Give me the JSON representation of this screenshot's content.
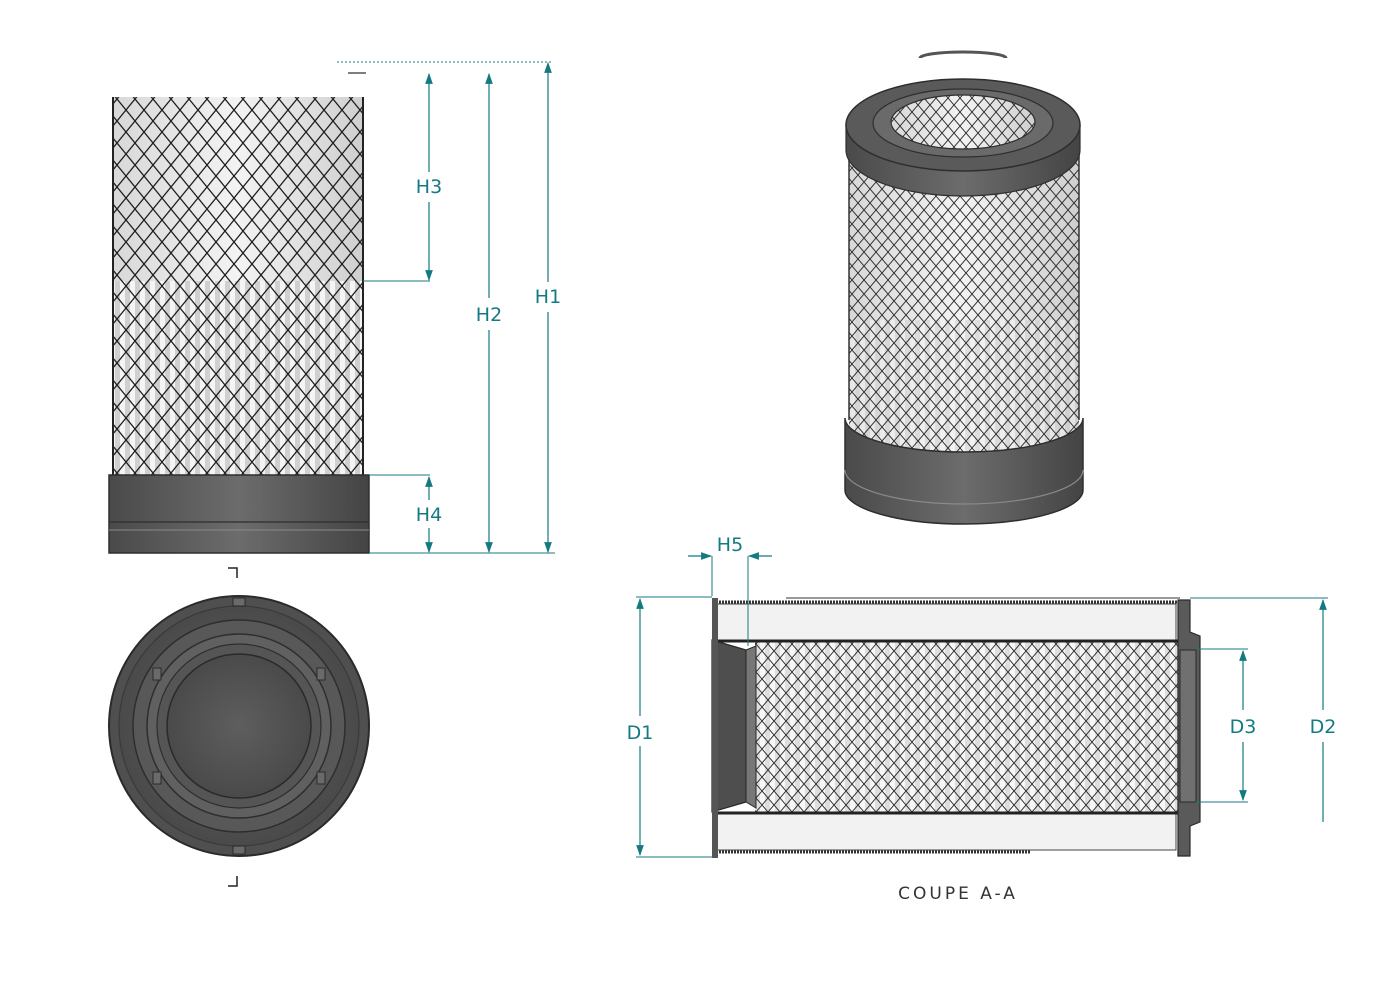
{
  "colors": {
    "dimension": "#147a82",
    "body": "#555555",
    "body_dark": "#3a3a3a",
    "mesh": "#222222",
    "media_light": "#f2f2f2",
    "media_mid": "#d9d9d9"
  },
  "dimensions": {
    "h1": "H1",
    "h2": "H2",
    "h3": "H3",
    "h4": "H4",
    "h5": "H5",
    "d1": "D1",
    "d2": "D2",
    "d3": "D3"
  },
  "section_label": "COUPE A-A",
  "views": [
    "side-elevation",
    "isometric",
    "top-view",
    "cross-section"
  ]
}
